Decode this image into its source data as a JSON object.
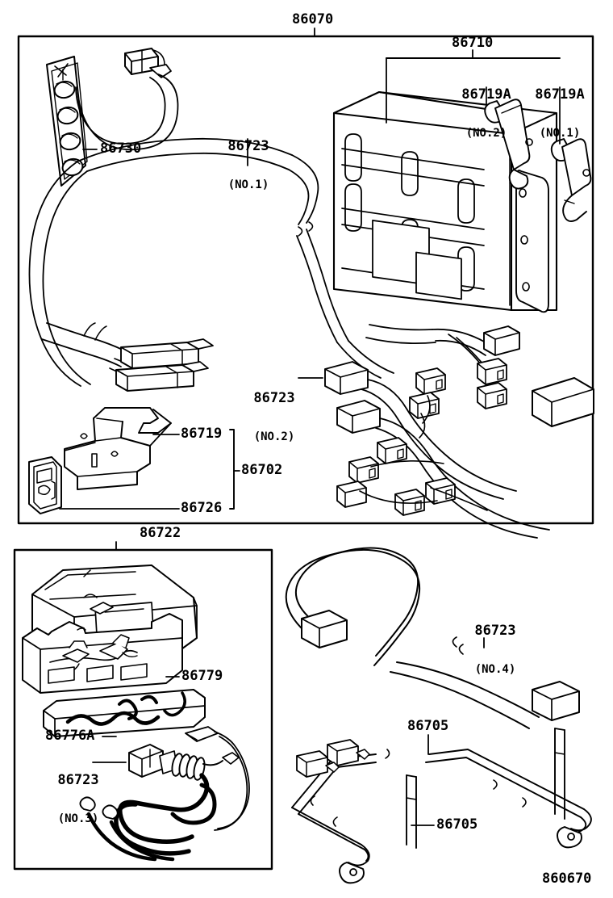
{
  "diagram": {
    "reference_number": "860670",
    "panels": [
      {
        "id": "panel-86070",
        "group_label": "86070",
        "title": "Telephone / Radio Set Assembly"
      },
      {
        "id": "panel-86722",
        "group_label": "86722",
        "title": "Antenna Assembly"
      }
    ]
  },
  "labels": {
    "group_86070": "86070",
    "group_86722": "86722",
    "part_86730": "86730",
    "part_86710": "86710",
    "part_86719a_no2_main": "86719A",
    "part_86719a_no2_sub": "(NO.2)",
    "part_86719a_no1_main": "86719A",
    "part_86719a_no1_sub": "(NO.1)",
    "part_86723_no1_main": "86723",
    "part_86723_no1_sub": "(NO.1)",
    "part_86723_no2_main": "86723",
    "part_86723_no2_sub": "(NO.2)",
    "part_86723_no3_main": "86723",
    "part_86723_no3_sub": "(NO.3)",
    "part_86723_no4_main": "86723",
    "part_86723_no4_sub": "(NO.4)",
    "part_86719": "86719",
    "part_86702": "86702",
    "part_86726": "86726",
    "part_86779": "86779",
    "part_86776a": "86776A",
    "part_86705_top": "86705",
    "part_86705_bottom": "86705",
    "reference": "860670"
  },
  "parts": [
    {
      "number": "86070",
      "kind": "group-frame",
      "desc": "Telephone set assembly group"
    },
    {
      "number": "86730",
      "kind": "component",
      "desc": "Speaker / handset holder with four oval apertures"
    },
    {
      "number": "86710",
      "kind": "component",
      "desc": "Transceiver / control ECU box with mounting frame"
    },
    {
      "number": "86719A",
      "variant": "NO.2",
      "kind": "bracket",
      "desc": "Mounting bracket no.2"
    },
    {
      "number": "86719A",
      "variant": "NO.1",
      "kind": "bracket",
      "desc": "Mounting bracket no.1"
    },
    {
      "number": "86723",
      "variant": "NO.1",
      "kind": "harness",
      "desc": "Wire harness no.1"
    },
    {
      "number": "86723",
      "variant": "NO.2",
      "kind": "harness",
      "desc": "Wire harness no.2 with multiple connectors"
    },
    {
      "number": "86723",
      "variant": "NO.3",
      "kind": "harness",
      "desc": "Wire harness no.3 with coiled cord"
    },
    {
      "number": "86723",
      "variant": "NO.4",
      "kind": "harness",
      "desc": "Wire harness no.4"
    },
    {
      "number": "86719",
      "kind": "bracket",
      "desc": "Holder bracket"
    },
    {
      "number": "86726",
      "kind": "cover",
      "desc": "Cover plate"
    },
    {
      "number": "86702",
      "kind": "group",
      "desc": "Assembly group of 86719 and 86726"
    },
    {
      "number": "86722",
      "kind": "group-frame",
      "desc": "Antenna assembly group"
    },
    {
      "number": "86779",
      "kind": "component",
      "desc": "Antenna base plate"
    },
    {
      "number": "86776A",
      "kind": "component",
      "desc": "Antenna cord retainer"
    },
    {
      "number": "86705",
      "kind": "cable",
      "desc": "Antenna cord / feeder cable"
    }
  ],
  "colors": {
    "line": "#000000",
    "background": "#ffffff"
  }
}
